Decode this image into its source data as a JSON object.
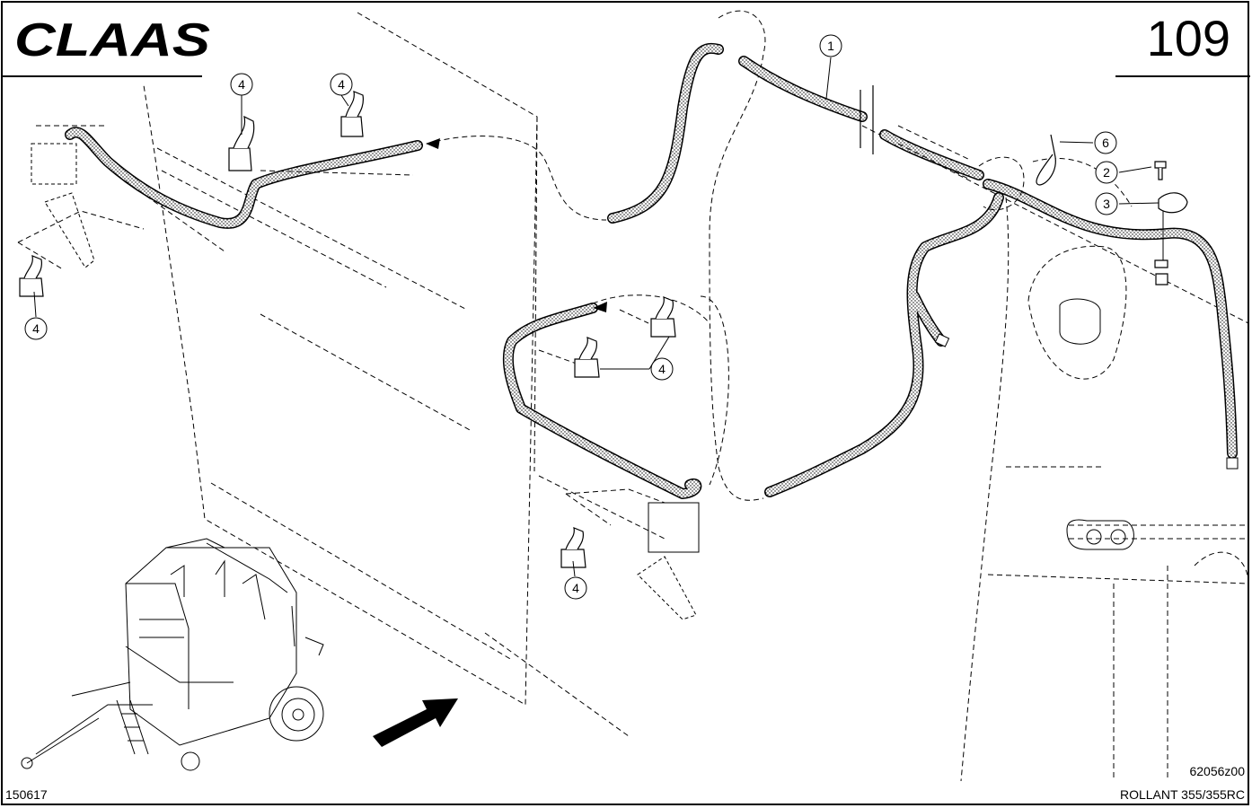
{
  "header": {
    "brand": "CLAAS",
    "page_number": "109"
  },
  "callouts": {
    "c1": "1",
    "c2": "2",
    "c3": "3",
    "c4": "4",
    "c6": "6"
  },
  "footer": {
    "sheet_code": "150617",
    "drawing_code": "62056z00",
    "model": "ROLLANT 355/355RC"
  }
}
